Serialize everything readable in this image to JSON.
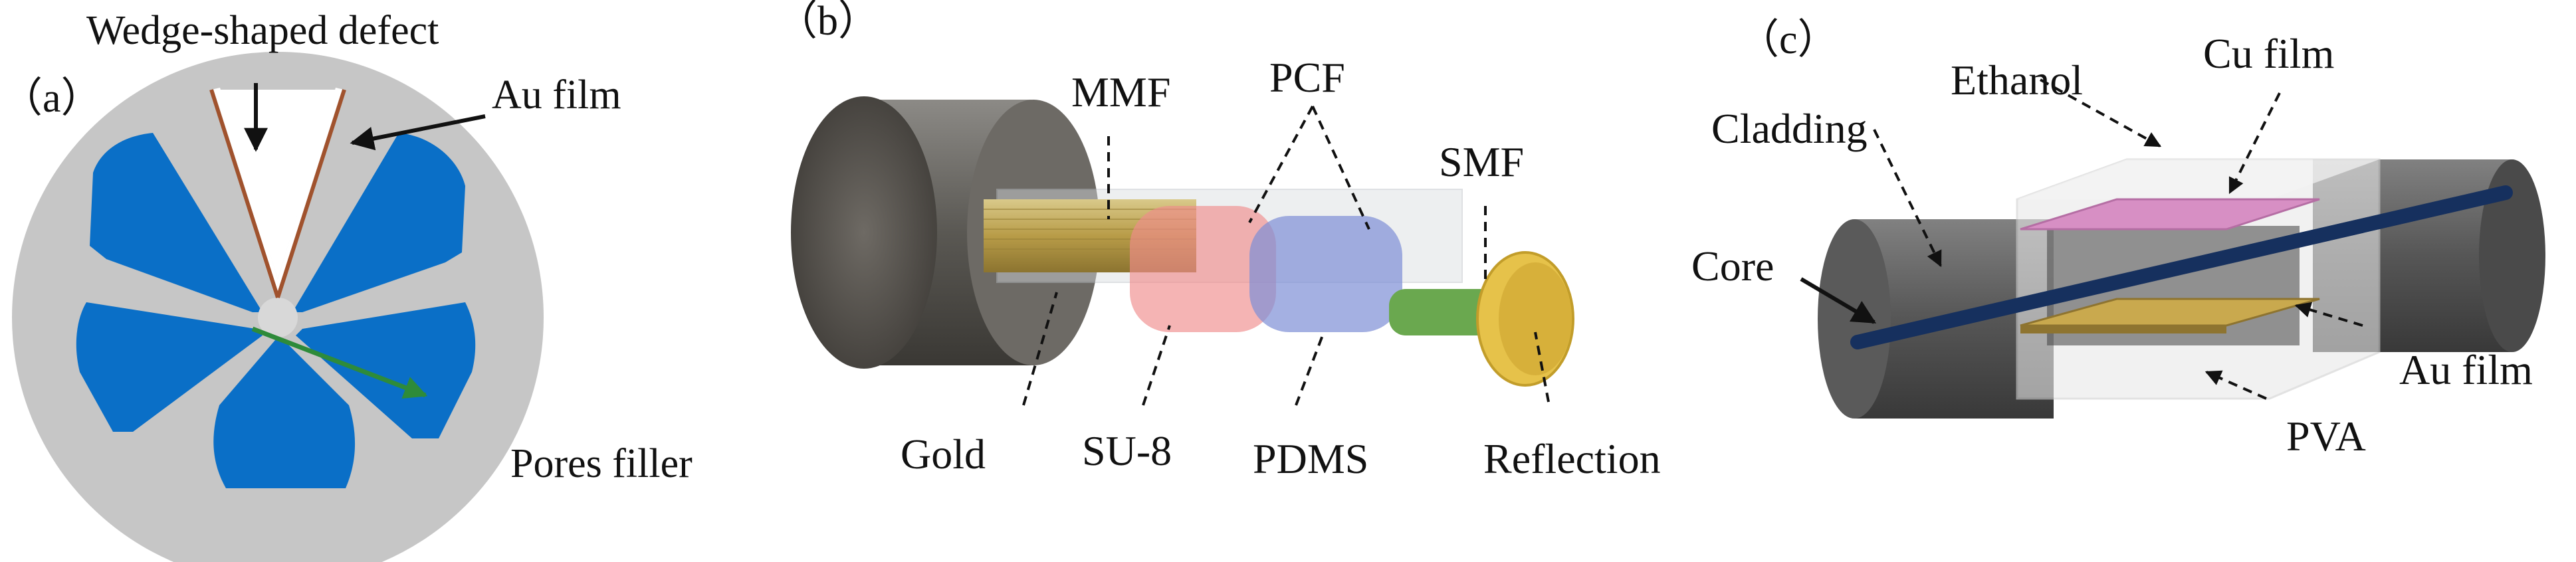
{
  "panels": [
    {
      "id": "a",
      "panel_label": "（a）",
      "labels": {
        "wedge_defect": "Wedge-shaped defect",
        "au_film": "Au film",
        "pores_filler": "Pores filler"
      }
    },
    {
      "id": "b",
      "panel_label": "（b）",
      "labels": {
        "mmf": "MMF",
        "pcf": "PCF",
        "smf": "SMF",
        "gold": "Gold",
        "su8": "SU-8",
        "pdms": "PDMS",
        "reflection": "Reflection"
      }
    },
    {
      "id": "c",
      "panel_label": "（c）",
      "labels": {
        "ethanol": "Ethanol",
        "cu_film": "Cu film",
        "cladding": "Cladding",
        "core": "Core",
        "au_film": "Au film",
        "pva": "PVA"
      }
    }
  ],
  "colors": {
    "fiber_gray": "#c6c6c6",
    "pore_blue": "#0a6fc7",
    "au_brown": "#a0522d",
    "arrow_green": "#2e8b3a",
    "gold": "#c8b36a",
    "su8_red": "#f08c8c",
    "pdms_blue": "#7d8fd6",
    "smf_green": "#6aa84f",
    "reflector_yellow": "#e6c24a",
    "dark_gray": "#555555",
    "cu_pink": "#d78fc4",
    "core_blue": "#16305e"
  }
}
